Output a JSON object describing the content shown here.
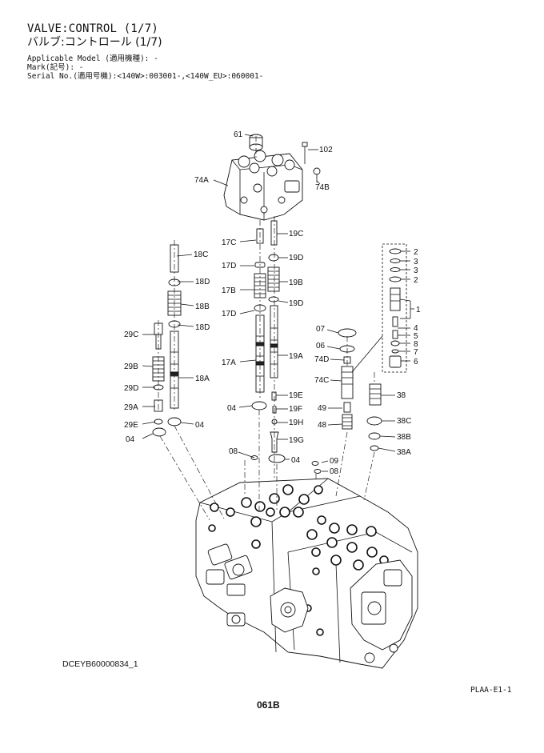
{
  "header": {
    "title_en": "VALVE:CONTROL (1/7)",
    "title_jp": "バルブ:コントロール (1/7)",
    "applicable_model": "Applicable Model (適用機種): -",
    "mark": "Mark(記号): -",
    "serial_no": "Serial No.(適用号機):<140W>:003001-,<140W_EU>:060001-"
  },
  "callouts": {
    "c61": "61",
    "c102": "102",
    "c74A": "74A",
    "c74B": "74B",
    "c18C": "18C",
    "c17C": "17C",
    "c19C": "19C",
    "c18D_1": "18D",
    "c17D_1": "17D",
    "c19D_1": "19D",
    "c18B": "18B",
    "c17B": "17B",
    "c19B": "19B",
    "c18D_2": "18D",
    "c17D_2": "17D",
    "c19D_2": "19D",
    "c29C": "29C",
    "c29B": "29B",
    "c29D": "29D",
    "c29A": "29A",
    "c29E": "29E",
    "c18A": "18A",
    "c17A": "17A",
    "c19A": "19A",
    "c04_a": "04",
    "c04_b": "04",
    "c04_c": "04",
    "c04_d": "04",
    "c19E": "19E",
    "c19F": "19F",
    "c19H": "19H",
    "c19G": "19G",
    "c07": "07",
    "c06": "06",
    "c74D": "74D",
    "c74C": "74C",
    "c49": "49",
    "c48": "48",
    "c38": "38",
    "c38C": "38C",
    "c38B": "38B",
    "c38A": "38A",
    "c08_a": "08",
    "c09": "09",
    "c08_b": "08",
    "k2a": "2",
    "k3a": "3",
    "k3b": "3",
    "k2b": "2",
    "k1": "1",
    "k4": "4",
    "k5": "5",
    "k8": "8",
    "k7": "7",
    "k6": "6"
  },
  "footer": {
    "doc_code": "DCEYB60000834_1",
    "plaa": "PLAA-E1-1",
    "page": "061B"
  }
}
